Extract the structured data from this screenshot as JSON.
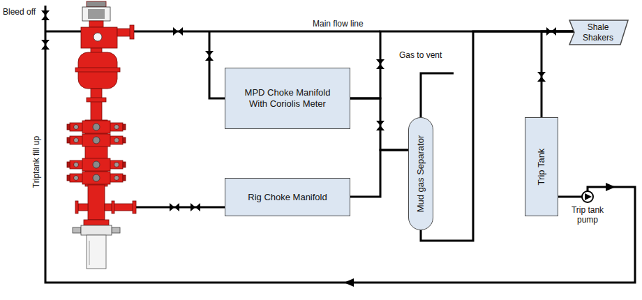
{
  "diagram": {
    "nodes": [
      {
        "text": [
          "Shale Shakers"
        ]
      },
      {
        "text": [
          "MPD Choke Manifold With Coriolis Meter"
        ]
      },
      {
        "text": [
          "Mud gas Separator"
        ]
      },
      {
        "text": [
          "Trip Tank"
        ]
      },
      {
        "text": [
          "Rig Choke Manifold"
        ]
      },
      {
        "text": [
          "Trip tank pump"
        ]
      }
    ],
    "edges": [
      {
        "from": 1,
        "to": 2,
        "arrow": "none"
      },
      {
        "from": 4,
        "to": 2,
        "arrow": "none"
      },
      {
        "from": 2,
        "to": 0,
        "arrow": "none"
      },
      {
        "from": 1,
        "to": 0,
        "arrow": "none"
      },
      {
        "from": 3,
        "to": 0,
        "arrow": "none"
      },
      {
        "from": 3,
        "to": 5,
        "arrow": "none"
      }
    ],
    "labels": [
      "Bleed off",
      "Main flow line",
      "Gas to vent",
      "Triptank fill up"
    ]
  }
}
